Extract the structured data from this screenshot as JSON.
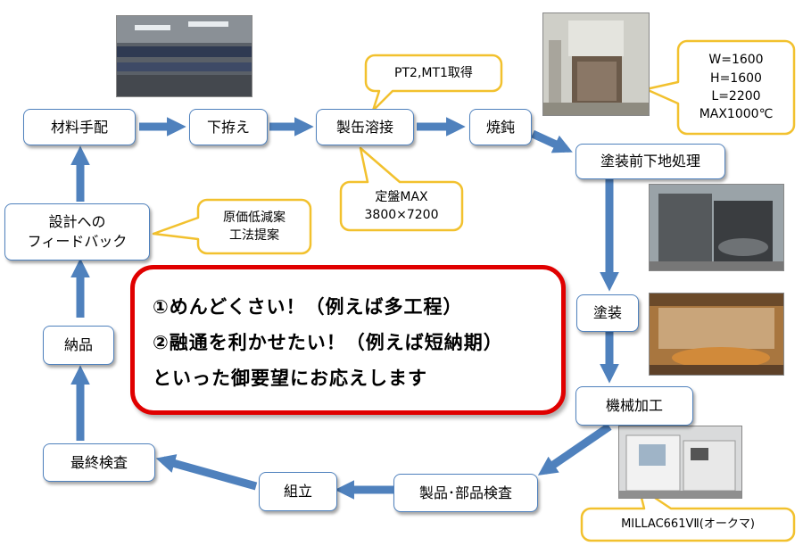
{
  "nodes": {
    "material": "材料手配",
    "marking": "下拵え",
    "welding": "製缶溶接",
    "annealing": "焼鈍",
    "pretreatment": "塗装前下地処理",
    "painting": "塗装",
    "machining": "機械加工",
    "inspection_parts": "製品･部品検査",
    "assembly": "組立",
    "final_inspection": "最終検査",
    "delivery": "納品",
    "feedback": "設計への\nフィードバック"
  },
  "callouts": {
    "certification": "PT2,MT1取得",
    "surface_plate": "定盤MAX\n3800×7200",
    "cost_reduction": "原価低減案\n工法提案",
    "furnace_spec": "W=1600\nH=1600\nL=2200\nMAX1000℃",
    "machine": "MILLAC661ⅤⅡ(オークマ)"
  },
  "message": {
    "line1": "①めんどくさい！（例えば多工程）",
    "line2": "②融通を利かせたい！（例えば短納期）",
    "line3": "といった御要望にお応えします"
  },
  "colors": {
    "node_border": "#4f81bd",
    "arrow": "#4f81bd",
    "callout_border": "#f2c12e",
    "message_border": "#e00000"
  }
}
